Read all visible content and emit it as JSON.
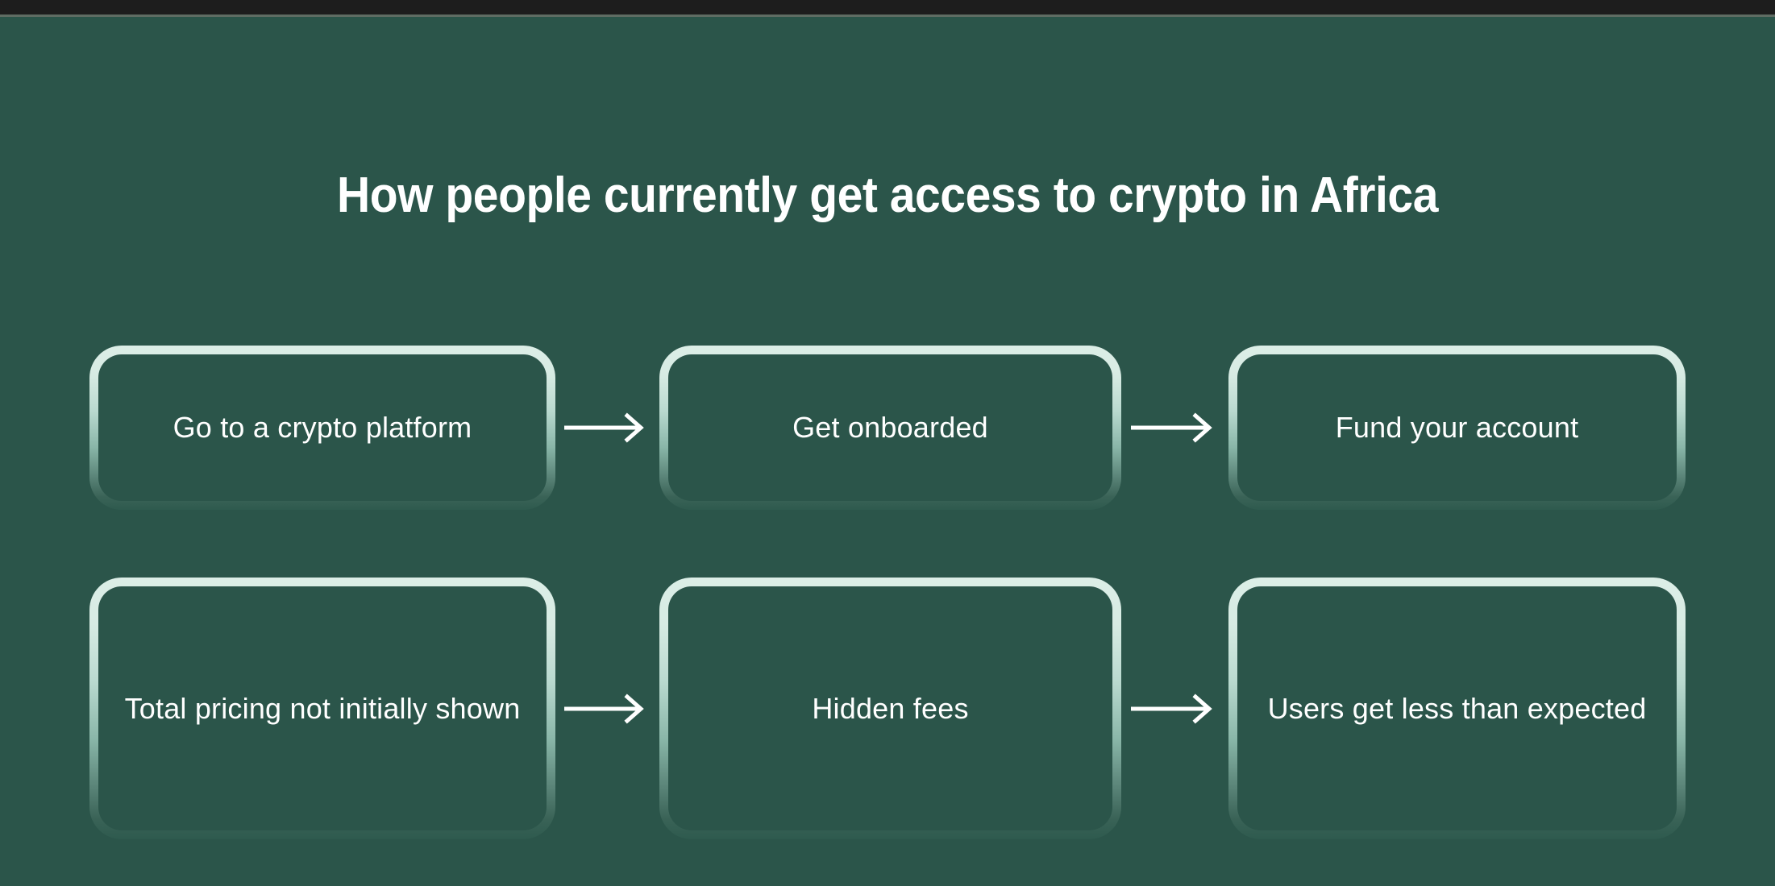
{
  "meta": {
    "background_color": "#2b554a",
    "border_highlight_color": "#dceee7",
    "text_color": "#ffffff",
    "top_bar_color": "#1d1d1d"
  },
  "header": {
    "title": "How people currently get access to crypto in Africa"
  },
  "diagram": {
    "type": "flowchart",
    "rows": [
      {
        "name": "access-flow",
        "steps": [
          {
            "label": "Go to a crypto platform"
          },
          {
            "label": "Get onboarded"
          },
          {
            "label": "Fund your account"
          }
        ],
        "connectors": [
          "arrow-right",
          "arrow-right"
        ]
      },
      {
        "name": "pricing-flow",
        "steps": [
          {
            "label": "Total pricing not initially shown"
          },
          {
            "label": "Hidden fees"
          },
          {
            "label": "Users get less than expected"
          }
        ],
        "connectors": [
          "arrow-right",
          "arrow-right"
        ]
      }
    ]
  }
}
